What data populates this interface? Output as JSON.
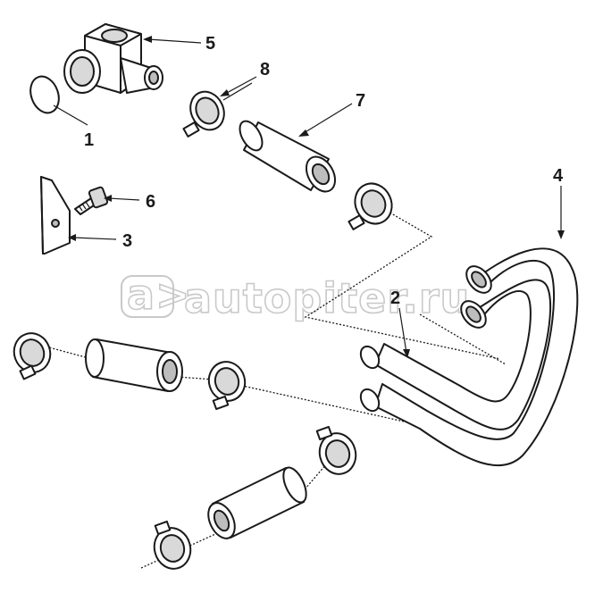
{
  "callouts": {
    "c1": "1",
    "c2": "2",
    "c3": "3",
    "c4": "4",
    "c5": "5",
    "c6": "6",
    "c7": "7",
    "c8": "8"
  },
  "watermark": {
    "text": "autopiter.ru"
  }
}
